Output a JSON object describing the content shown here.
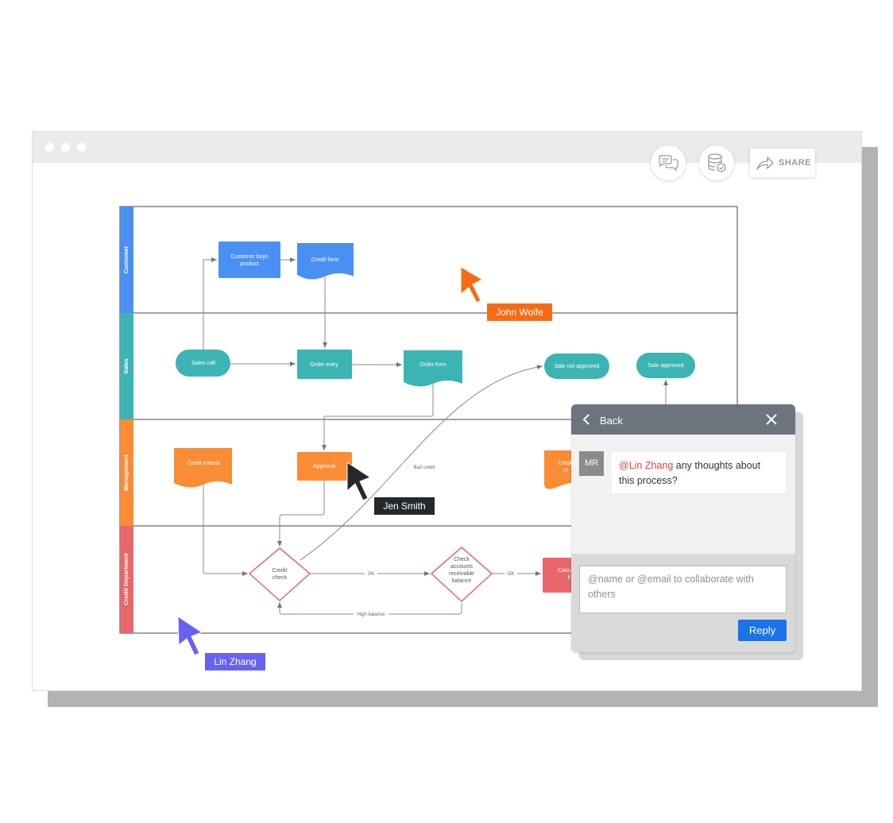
{
  "toolbar": {
    "chat_icon": "chat-bubbles-icon",
    "data_icon": "database-check-icon",
    "share_icon": "share-arrow-icon",
    "share_label": "SHARE"
  },
  "diagram": {
    "lanes": [
      {
        "name": "Customer",
        "color": "#4a90f2"
      },
      {
        "name": "Sales",
        "color": "#3cb4b3"
      },
      {
        "name": "Management",
        "color": "#f98c35"
      },
      {
        "name": "Credit Department",
        "color": "#e8676b"
      }
    ],
    "shapes": {
      "customer_buys": "Customer buys product",
      "credit_form": "Credit form",
      "sales_call": "Sales call",
      "order_entry": "Order entry",
      "order_form": "Order form",
      "sale_not_approved": "Sale not approved",
      "sale_approved": "Sale approved",
      "credit_criteria": "Credit criteria",
      "approval": "Approval",
      "credit_check": "Credit check",
      "check_accounts": "Check accounts receivable balance"
    },
    "edges": {
      "bad_credit": "Bad credit",
      "ok1": "OK",
      "ok2": "OK",
      "high_balance": "High balance"
    }
  },
  "cursors": [
    {
      "name": "John Wolfe",
      "color": "#f76b15"
    },
    {
      "name": "Jen Smith",
      "color": "#24292e"
    },
    {
      "name": "Lin Zhang",
      "color": "#6563f2"
    }
  ],
  "comment_panel": {
    "back_label": "Back",
    "avatar_initials": "MR",
    "mention": "@Lin Zhang",
    "message": " any thoughts about this process?",
    "input_placeholder": "@name or @email to collaborate with others",
    "reply_label": "Reply",
    "accent": "#1a73e8"
  }
}
